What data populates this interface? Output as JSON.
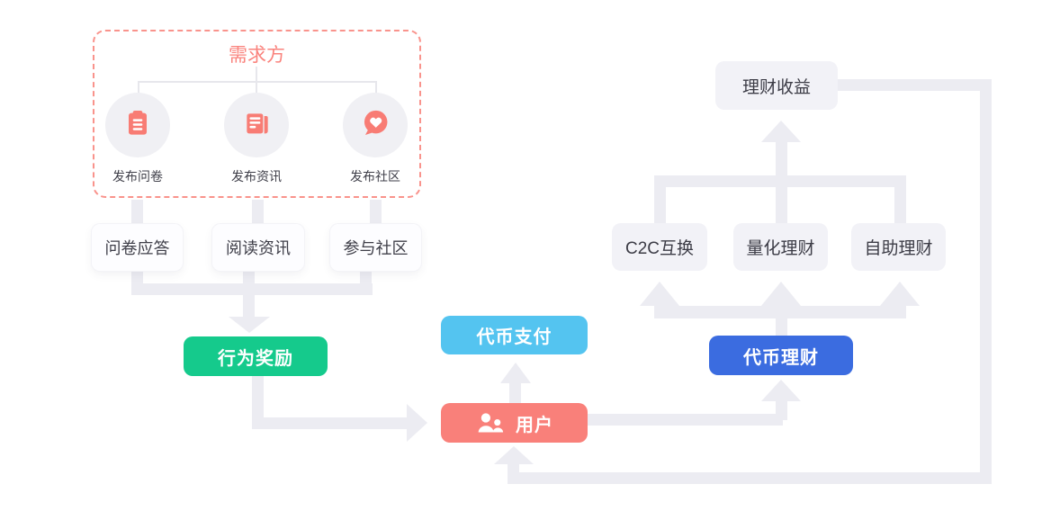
{
  "demand_group": {
    "title": "需求方",
    "items": [
      {
        "label": "发布问卷",
        "icon": "clipboard-icon"
      },
      {
        "label": "发布资讯",
        "icon": "news-icon"
      },
      {
        "label": "发布社区",
        "icon": "chat-heart-icon"
      }
    ]
  },
  "user_actions": [
    "问卷应答",
    "阅读资讯",
    "参与社区"
  ],
  "nodes": {
    "reward": "行为奖励",
    "token_pay": "代币支付",
    "user": "用户",
    "token_finance": "代币理财",
    "finance_income": "理财收益"
  },
  "finance_products": [
    "C2C互换",
    "量化理财",
    "自助理财"
  ],
  "colors": {
    "coral_accent": "#F9807A",
    "dashed_border": "#F9938C",
    "green": "#15CA8C",
    "sky_blue": "#54C4F0",
    "royal_blue": "#3B6CE0",
    "connector_gray": "#ECECF2",
    "node_gray_fill": "#F2F2F7",
    "text_dark": "#3C3C46"
  }
}
